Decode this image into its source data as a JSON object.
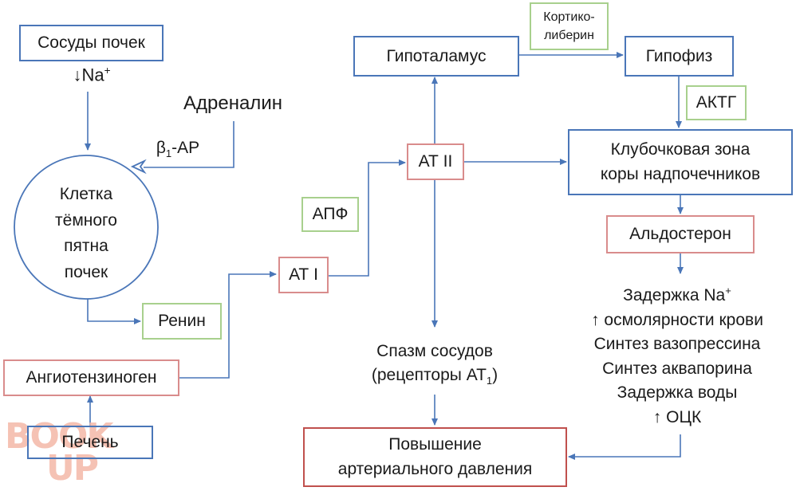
{
  "nodes": {
    "kidney_vessels": "Сосуды почек",
    "adrenaline": "Адреналин",
    "beta1_receptor_base": "β",
    "beta1_receptor_sub": "1",
    "beta1_receptor_suffix": "-АР",
    "dark_spot_cell": [
      "Клетка",
      "тёмного",
      "пятна",
      "почек"
    ],
    "renin": "Ренин",
    "angiotensinogen": "Ангиотензиноген",
    "liver": "Печень",
    "ace": "АПФ",
    "at1": "АТ I",
    "at2": "АТ II",
    "hypothalamus": "Гипоталамус",
    "corticoliberin": [
      "Кортико-",
      "либерин"
    ],
    "pituitary": "Гипофиз",
    "acth": "АКТГ",
    "zona_glomerulosa": [
      "Клубочковая зона",
      "коры надпочечников"
    ],
    "aldosterone": "Альдостерон",
    "vasospasm_line1": "Спазм сосудов",
    "vasospasm_line2_prefix": "(рецепторы АТ",
    "vasospasm_line2_sub": "1",
    "vasospasm_line2_suffix": ")",
    "bp_increase": [
      "Повышение",
      "артериального давления"
    ]
  },
  "na_label": {
    "arrow": "↓",
    "text": "Na",
    "sup": "+"
  },
  "aldosterone_effects": {
    "line1_prefix": "Задержка Na",
    "line1_sup": "+",
    "line2": "↑ осмолярности крови",
    "line3": "Синтез вазопрессина",
    "line4": "Синтез аквапорина",
    "line5": "Задержка воды",
    "line6": "↑ ОЦК"
  },
  "watermark": {
    "top": "BOOK",
    "bottom": "UP"
  },
  "colors": {
    "connector": "#4a76b8",
    "border_blue": "#4a76b8",
    "border_pink": "#d98c8c",
    "border_green": "#a8d08d",
    "border_dark_red": "#c0504d",
    "watermark": "#f4b8a8"
  }
}
